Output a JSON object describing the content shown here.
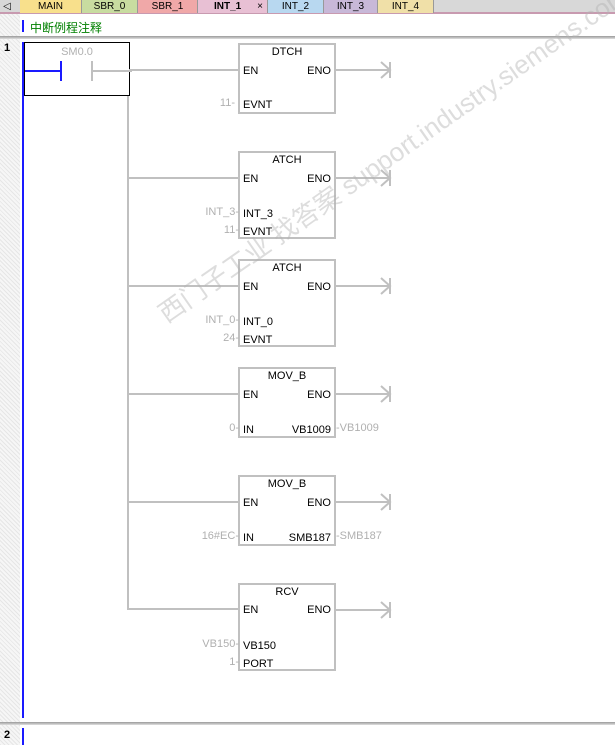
{
  "tabs": [
    {
      "label": "MAIN",
      "color": "#f8e08c"
    },
    {
      "label": "SBR_0",
      "color": "#c8dca0"
    },
    {
      "label": "SBR_1",
      "color": "#f0a8a8"
    },
    {
      "label": "INT_1",
      "color": "#e8c0d4",
      "active": true
    },
    {
      "label": "INT_2",
      "color": "#b8d8f0"
    },
    {
      "label": "INT_3",
      "color": "#c8b8d8"
    },
    {
      "label": "INT_4",
      "color": "#f0e0a8"
    }
  ],
  "comment": "中断例程注释",
  "networks": [
    {
      "number": "1"
    },
    {
      "number": "2"
    }
  ],
  "contact": {
    "address": "SM0.0"
  },
  "boxes": [
    {
      "title": "DTCH",
      "en": "EN",
      "eno": "ENO",
      "pins": [
        {
          "name": "EVNT",
          "value": "11"
        }
      ]
    },
    {
      "title": "ATCH",
      "en": "EN",
      "eno": "ENO",
      "pins": [
        {
          "name": "INT_3",
          "value": "INT_3"
        },
        {
          "name": "EVNT",
          "value": "11"
        }
      ]
    },
    {
      "title": "ATCH",
      "en": "EN",
      "eno": "ENO",
      "pins": [
        {
          "name": "INT_0",
          "value": "INT_0"
        },
        {
          "name": "EVNT",
          "value": "24"
        }
      ]
    },
    {
      "title": "MOV_B",
      "en": "EN",
      "eno": "ENO",
      "in_name": "IN",
      "in_value": "0",
      "out_name": "VB1009",
      "out_value": "VB1009"
    },
    {
      "title": "MOV_B",
      "en": "EN",
      "eno": "ENO",
      "in_name": "IN",
      "in_value": "16#EC",
      "out_name": "SMB187",
      "out_value": "SMB187"
    },
    {
      "title": "RCV",
      "en": "EN",
      "eno": "ENO",
      "pins": [
        {
          "name": "VB150",
          "value": "VB150"
        },
        {
          "name": "PORT",
          "value": "1"
        }
      ]
    }
  ],
  "watermark": "西门子工业 找答案 support.industry.siemens.com/cs"
}
